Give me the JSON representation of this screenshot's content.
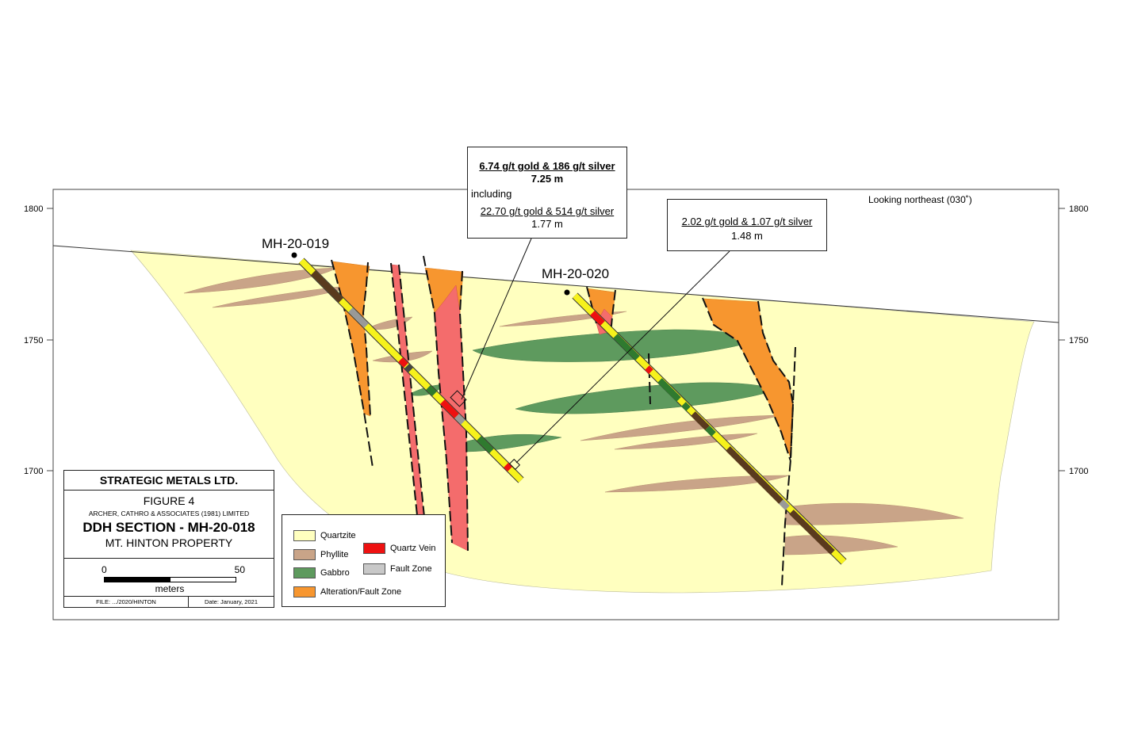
{
  "section": {
    "view_direction": "Looking northeast (030˚)",
    "elevations": [
      "1800",
      "1750",
      "1700"
    ]
  },
  "drill_holes": [
    {
      "id": "MH-20-019"
    },
    {
      "id": "MH-20-020"
    }
  ],
  "intercepts": [
    {
      "grade": "6.74 g/t gold & 186 g/t silver",
      "length": "7.25 m",
      "qualifier": "including",
      "sub_grade": "22.70 g/t gold & 514 g/t silver",
      "sub_length": "1.77 m"
    },
    {
      "grade": "2.02 g/t gold & 1.07 g/t silver",
      "length": "1.48 m"
    }
  ],
  "title_block": {
    "company": "STRATEGIC METALS LTD.",
    "figure": "FIGURE 4",
    "consultant": "ARCHER, CATHRO & ASSOCIATES (1981) LIMITED",
    "title": "DDH SECTION - MH-20-018",
    "property": "MT. HINTON PROPERTY",
    "scale_start": "0",
    "scale_end": "50",
    "scale_unit": "meters",
    "file": "FILE: .../2020/HINTON",
    "date": "Date: January, 2021"
  },
  "legend": [
    {
      "label": "Quartzite",
      "color": "#ffffbf"
    },
    {
      "label": "Phyllite",
      "color": "#c9a488"
    },
    {
      "label": "Gabbro",
      "color": "#5e9a5e"
    },
    {
      "label": "Alteration/Fault Zone",
      "color": "#f7962f"
    },
    {
      "label": "Quartz Vein",
      "color": "#ee1111"
    },
    {
      "label": "Fault Zone",
      "color": "#c8c8c8"
    }
  ]
}
